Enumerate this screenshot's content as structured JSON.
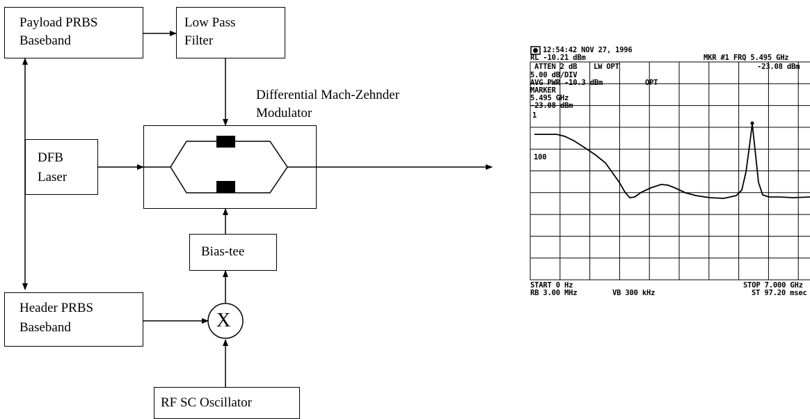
{
  "diagram": {
    "payload_line1": "Payload PRBS",
    "payload_line2": "Baseband",
    "lpf_line1": "Low Pass",
    "lpf_line2": "Filter",
    "modulator_line1": "Differential Mach-Zehnder",
    "modulator_line2": "Modulator",
    "dfb_line1": "DFB",
    "dfb_line2": "Laser",
    "bias_tee": "Bias-tee",
    "header_line1": "Header PRBS",
    "header_line2": "Baseband",
    "mixer_symbol": "X",
    "oscillator": "RF SC Oscillator"
  },
  "spectrum": {
    "time_date": "12:54:42  NOV 27, 1996",
    "ref_level": "RL -10.21 dBm",
    "marker_freq": "MKR #1 FRQ 5.495 GHz",
    "atten": "ATTEN 2 dB",
    "mode": "LW OPT",
    "marker_level_top": "-23.08 dBm",
    "scale": "5.00 dB/DIV",
    "avg_pwr": "AVG PWR -10.3 dBm",
    "opt": "OPT",
    "marker_label": "MARKER",
    "marker_freq_short": "5.495 GHz",
    "marker_level": "-23.08 dBm",
    "marker_num": "1",
    "hundred": "100",
    "start": "START  0 Hz",
    "stop": "STOP 7.000 GHz",
    "rbw": "RB 3.00 MHz",
    "vbw": "VB 300 kHz",
    "sweep": "ST 97.20 msec"
  }
}
